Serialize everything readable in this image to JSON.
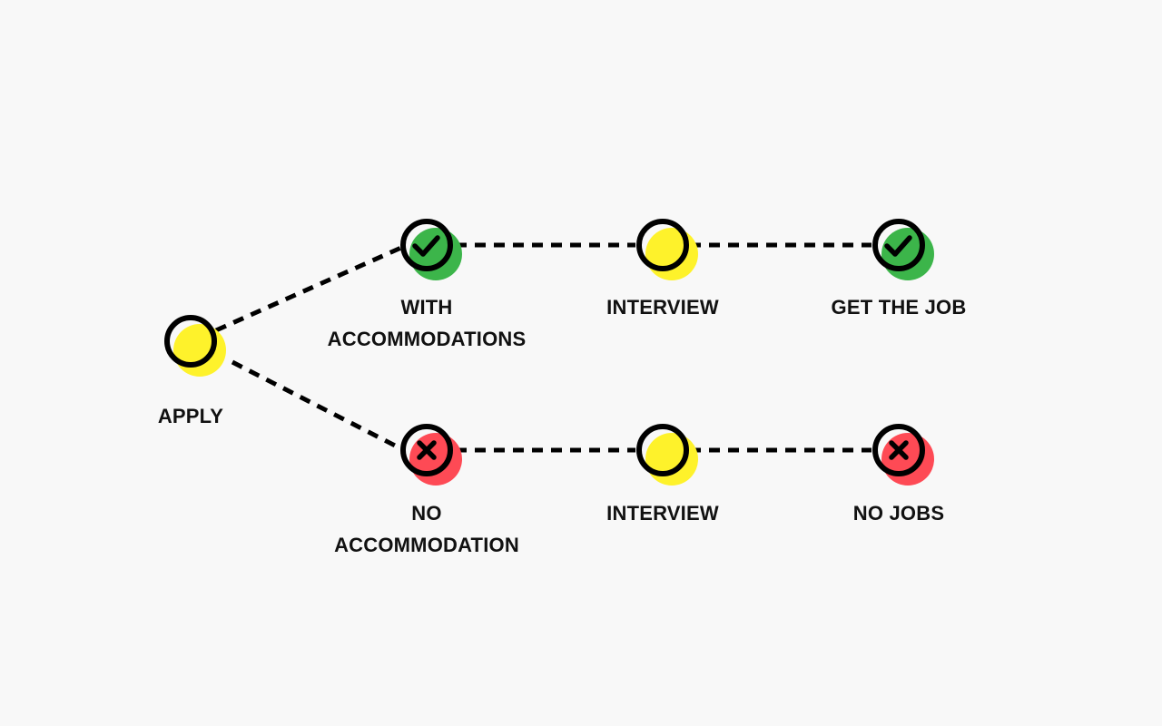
{
  "colors": {
    "background": "#f8f8f8",
    "outline": "#000000",
    "neutral": "#fef22b",
    "success": "#3cb54a",
    "failure": "#fe4a55"
  },
  "nodes": [
    {
      "id": "apply",
      "status": "neutral",
      "icon": "none",
      "label": [
        "APPLY"
      ]
    },
    {
      "id": "with-accommodations",
      "status": "success",
      "icon": "check-icon",
      "label": [
        "WITH",
        "ACCOMMODATIONS"
      ]
    },
    {
      "id": "interview-top",
      "status": "neutral",
      "icon": "none",
      "label": [
        "INTERVIEW"
      ]
    },
    {
      "id": "get-the-job",
      "status": "success",
      "icon": "check-icon",
      "label": [
        "GET THE JOB"
      ]
    },
    {
      "id": "no-accommodation",
      "status": "failure",
      "icon": "cross-icon",
      "label": [
        "NO",
        "ACCOMMODATION"
      ]
    },
    {
      "id": "interview-bottom",
      "status": "neutral",
      "icon": "none",
      "label": [
        "INTERVIEW"
      ]
    },
    {
      "id": "no-jobs",
      "status": "failure",
      "icon": "cross-icon",
      "label": [
        "NO JOBS"
      ]
    }
  ],
  "edges": [
    {
      "from": "apply",
      "to": "with-accommodations"
    },
    {
      "from": "apply",
      "to": "no-accommodation"
    },
    {
      "from": "with-accommodations",
      "to": "interview-top"
    },
    {
      "from": "interview-top",
      "to": "get-the-job"
    },
    {
      "from": "no-accommodation",
      "to": "interview-bottom"
    },
    {
      "from": "interview-bottom",
      "to": "no-jobs"
    }
  ]
}
